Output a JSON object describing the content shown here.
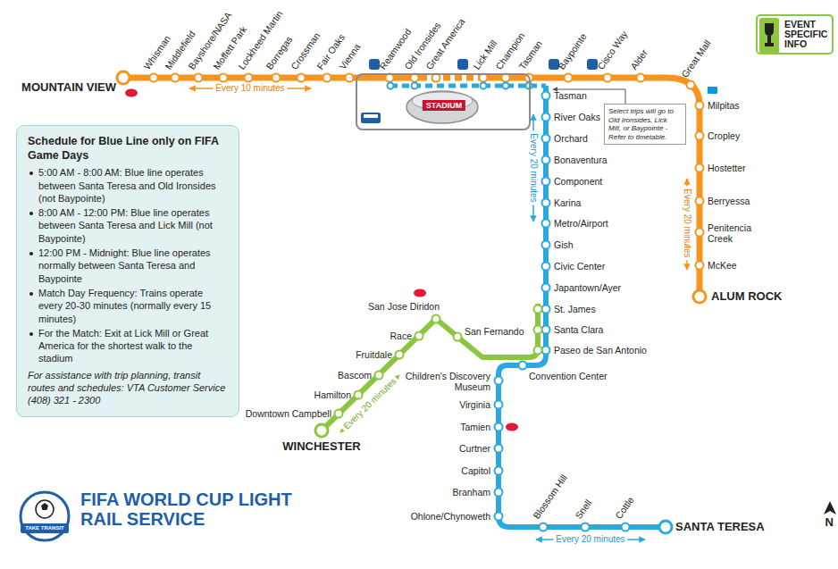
{
  "diagram": {
    "title": "FIFA WORLD CUP LIGHT RAIL SERVICE",
    "nodes": [
      {
        "text": [
          "STADIUM"
        ]
      },
      {
        "text": [
          "EVENT SPECIFIC INFO"
        ]
      },
      {
        "text": [
          "Select trips will go to Old Ironsides, Lick Mill, or Baypointe - Refer to timetable."
        ]
      },
      {
        "text": [
          "Schedule for Blue Line only on FIFA Game Days",
          "5:00 AM - 8:00 AM: Blue line operates between Santa Teresa and Old Ironsides (not Baypointe)",
          "8:00 AM - 12:00 PM: Blue line operates between Santa Teresa and Lick Mill (not Baypointe)",
          "12:00 PM - Midnight: Blue line operates normally between Santa Teresa and Baypointe",
          "Match Day Frequency: Trains operate every 20-30 minutes (normally every 15 minutes)",
          "For the Match: Exit at Lick Mill or Great America for the shortest walk to the stadium",
          "For assistance with trip planning, transit routes and schedules: VTA Customer Service (408) 321 - 2300"
        ]
      }
    ],
    "labels": [
      "Whisman",
      "Middlefield",
      "Bayshore/NASA",
      "Moffett Park",
      "Lockheed Martin",
      "Borregas",
      "Crossman",
      "Fair Oaks",
      "Vienna",
      "Reamwood",
      "Old Ironsides",
      "Great America",
      "Lick Mill",
      "Champion",
      "Tasman",
      "Baypointe",
      "Cisco Way",
      "Alder",
      "Great Mall",
      "Milpitas",
      "Cropley",
      "Hostetter",
      "Berryessa",
      "Penitencia Creek",
      "McKee",
      "ALUM ROCK",
      "MOUNTAIN VIEW",
      "Every 10 minutes",
      "Tasman",
      "River Oaks",
      "Orchard",
      "Bonaventura",
      "Component",
      "Karina",
      "Metro/Airport",
      "Gish",
      "Civic Center",
      "Japantown/Ayer",
      "St. James",
      "Santa Clara",
      "Paseo de San Antonio",
      "Convention Center",
      "Children's Discovery Museum",
      "Virginia",
      "Tamien",
      "Curtner",
      "Capitol",
      "Branham",
      "Ohlone/Chynoweth",
      "Blossom Hill",
      "Snell",
      "Cottle",
      "SANTA TERESA",
      "Every 20 minutes",
      "Every 20 minutes",
      "Every 20 minutes",
      "San Jose Diridon",
      "Race",
      "Fruitdale",
      "Bascom",
      "Hamilton",
      "Downtown Campbell",
      "WINCHESTER",
      "San Fernando",
      "Every 20 minutes",
      "N",
      "TAKE TRANSIT"
    ]
  }
}
